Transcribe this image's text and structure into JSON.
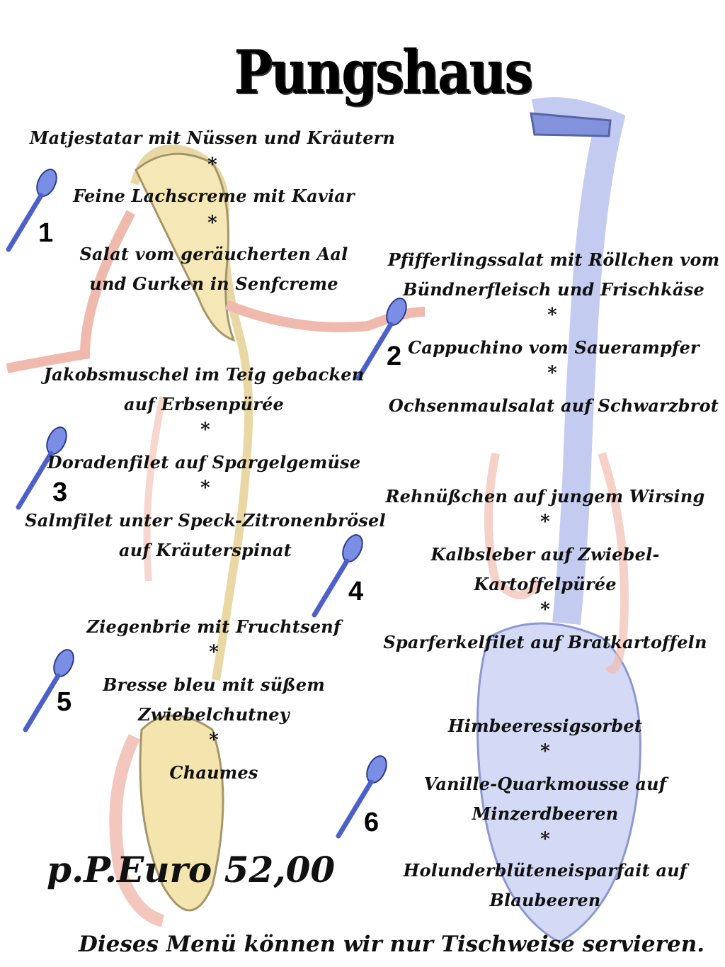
{
  "title": "Pungshaus",
  "course_numbers": [
    "1",
    "2",
    "3",
    "4",
    "5",
    "6"
  ],
  "courses": {
    "c1": [
      "Matjestatar mit Nüssen und Kräutern",
      "*",
      "Feine Lachscreme mit Kaviar",
      "*",
      "Salat vom geräucherten Aal",
      "und Gurken in Senfcreme"
    ],
    "c2": [
      "Pfifferlingssalat mit Röllchen vom",
      "Bündnerfleisch und Frischkäse",
      "*",
      "Cappuchino vom Sauerampfer",
      "*",
      "Ochsenmaulsalat auf Schwarzbrot"
    ],
    "c3": [
      "Jakobsmuschel im Teig gebacken",
      "auf Erbsenpürée",
      "*",
      "Doradenfilet auf Spargelgemüse",
      "*",
      "Salmfilet unter Speck-Zitronenbrösel",
      "auf Kräuterspinat"
    ],
    "c4": [
      "Rehnüßchen auf jungem Wirsing",
      "*",
      "Kalbsleber auf Zwiebel-",
      "Kartoffelpürée",
      "*",
      "Sparferkelfilet auf Bratkartoffeln"
    ],
    "c5": [
      "Ziegenbrie mit Fruchtsenf",
      "*",
      "Bresse bleu mit süßem",
      "Zwiebelchutney",
      "*",
      "Chaumes"
    ],
    "c6": [
      "Himbeeressigsorbet",
      "*",
      "Vanille-Quarkmousse auf",
      "Minzerdbeeren",
      "*",
      "Holunderblüteneisparfait auf",
      "Blaubeeren"
    ]
  },
  "price": "p.P.Euro  52,00",
  "footer": "Dieses Menü können wir nur Tischweise servieren.",
  "icons": {
    "course_marker": "spoon-icon"
  },
  "colors": {
    "spoon_blue": "#5b6fd6",
    "cartoon_yellow": "#f3e3a6",
    "cartoon_blue": "#cdd4f4",
    "cartoon_pink": "#efb2a4"
  }
}
